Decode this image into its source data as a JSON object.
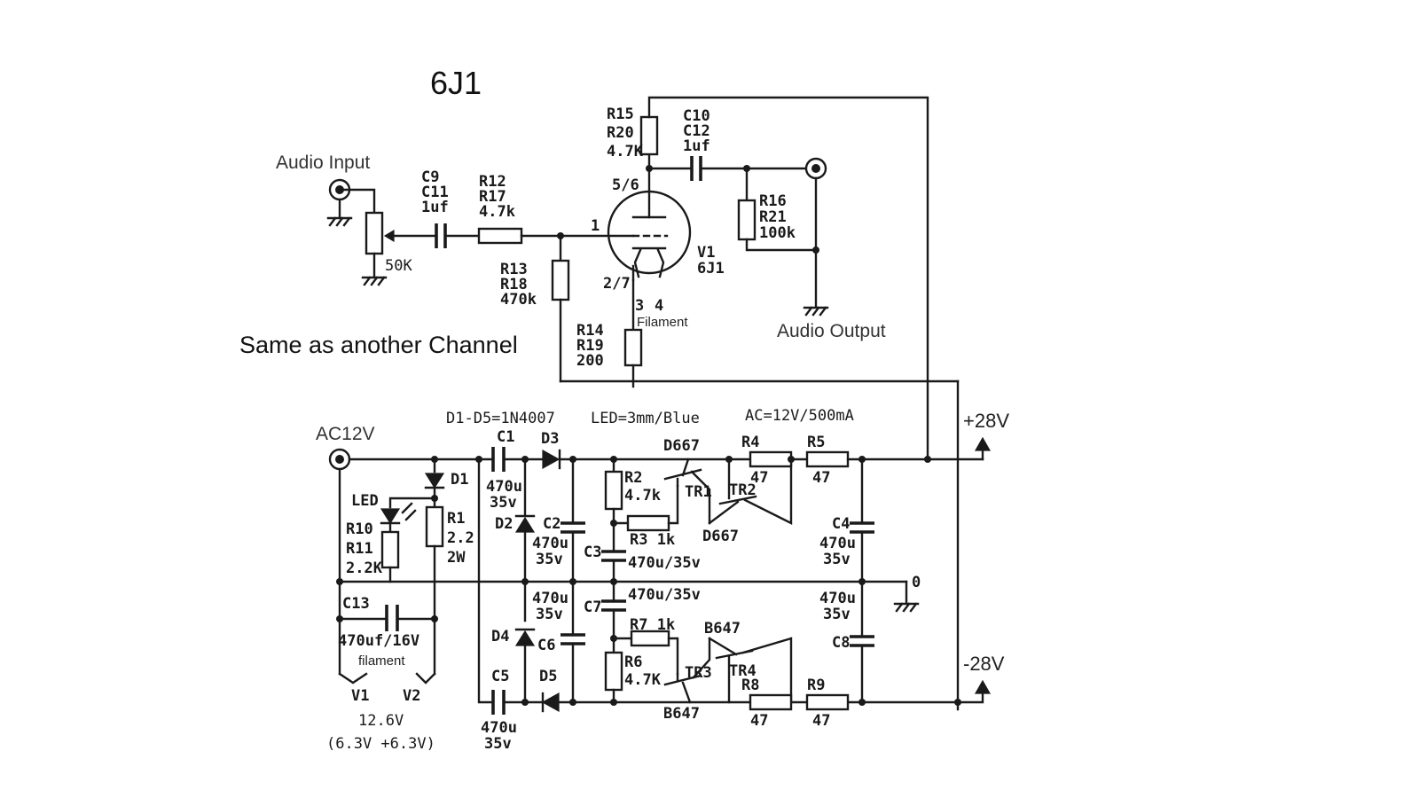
{
  "title": "6J1",
  "labels": {
    "audio_input": "Audio Input",
    "audio_output": "Audio Output",
    "same_channel": "Same as another Channel",
    "filament_tube": "Filament",
    "filament_psu": "filament",
    "ac12v": "AC12V",
    "plus28": "+28V",
    "minus28": "-28V",
    "ground_zero": "0"
  },
  "notes": {
    "diodes": "D1-D5=1N4007",
    "led": "LED=3mm/Blue",
    "ac": "AC=12V/500mA"
  },
  "tube": {
    "pin56": "5/6",
    "pin1": "1",
    "pin27": "2/7",
    "pin3": "3",
    "pin4": "4",
    "name": "V1",
    "type": "6J1"
  },
  "amp": {
    "pot": "50K",
    "c9": "C9",
    "c11": "C11",
    "c_val": "1uf",
    "r12": "R12",
    "r17": "R17",
    "r12_val": "4.7k",
    "r13": "R13",
    "r18": "R18",
    "r13_val": "470k",
    "r14": "R14",
    "r19": "R19",
    "r14_val": "200",
    "r15": "R15",
    "r20": "R20",
    "r15_val": "4.7K",
    "c10": "C10",
    "c12": "C12",
    "c10_val": "1uf",
    "r16": "R16",
    "r21": "R21",
    "r16_val": "100k"
  },
  "psu": {
    "c1": "C1",
    "c1_v1": "470u",
    "c1_v2": "35v",
    "d3": "D3",
    "d1": "D1",
    "d2": "D2",
    "d4": "D4",
    "d5": "D5",
    "led": "LED",
    "r10": "R10",
    "r11": "R11",
    "r10_val": "2.2K",
    "r1": "R1",
    "r1_v1": "2.2",
    "r1_v2": "2W",
    "c13": "C13",
    "c13_val": "470uf/16V",
    "v1": "V1",
    "v2": "V2",
    "v_total": "12.6V",
    "v_split": "(6.3V +6.3V)",
    "c2": "C2",
    "c2_v1": "470u",
    "c2_v2": "35v",
    "c6": "C6",
    "c6_v1": "470u",
    "c6_v2": "35v",
    "c5": "C5",
    "c5_v1": "470u",
    "c5_v2": "35v",
    "r2": "R2",
    "r2_val": "4.7k",
    "r3": "R3 1k",
    "c3": "C3",
    "c3_val": "470u/35v",
    "c7": "C7",
    "c7_val": "470u/35v",
    "r7": "R7 1k",
    "r6": "R6",
    "r6_val": "4.7K",
    "d667a": "D667",
    "d667b": "D667",
    "tr1": "TR1",
    "tr2": "TR2",
    "b647a": "B647",
    "b647b": "B647",
    "tr3": "TR3",
    "tr4": "TR4",
    "r4": "R4",
    "r4_val": "47",
    "r5": "R5",
    "r5_val": "47",
    "r8": "R8",
    "r8_val": "47",
    "r9": "R9",
    "r9_val": "47",
    "c4": "C4",
    "c4_v1": "470u",
    "c4_v2": "35v",
    "c8": "C8",
    "c8_v1": "470u",
    "c8_v2": "35v"
  }
}
